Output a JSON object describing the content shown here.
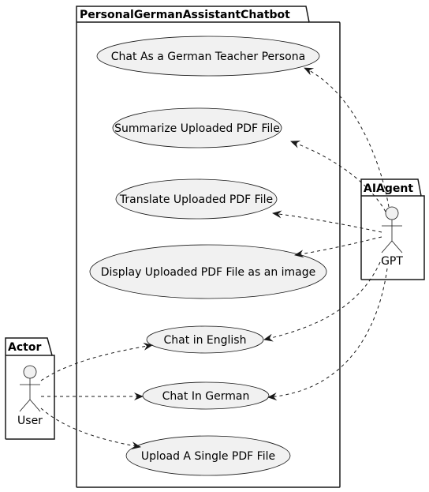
{
  "packages": {
    "chatbot": "PersonalGermanAssistantChatbot",
    "agent": "AIAgent",
    "actor": "Actor"
  },
  "actors": {
    "gpt": "GPT",
    "user": "User"
  },
  "usecases": {
    "teacher": "Chat As a German Teacher Persona",
    "summarize": "Summarize Uploaded PDF File",
    "translate": "Translate Uploaded PDF File",
    "display": "Display Uploaded PDF File as an image",
    "english": "Chat in English",
    "german": "Chat In German",
    "upload": "Upload A Single PDF File"
  },
  "colors": {
    "ellipse_fill": "#f1f1f1",
    "stroke": "#181818",
    "background": "#ffffff"
  }
}
